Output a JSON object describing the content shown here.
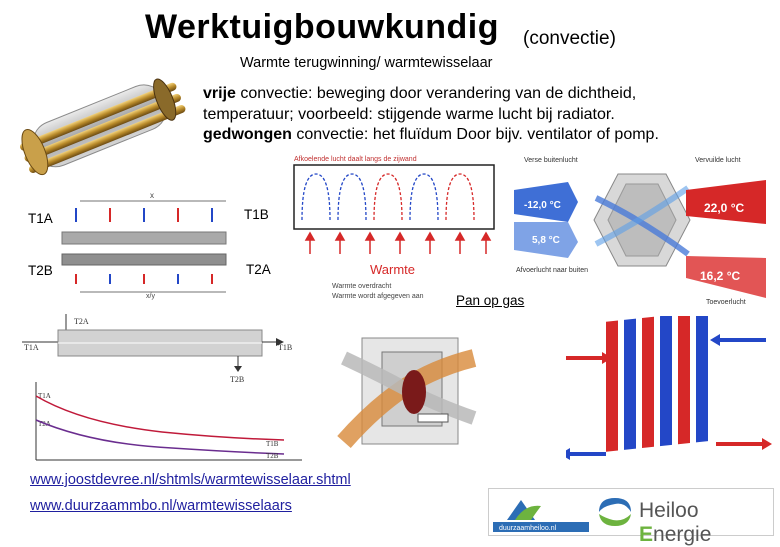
{
  "header": {
    "title": "Werktuigbouwkundig",
    "title_suffix": "(convectie)",
    "subtitle": "Warmte terugwinning/ warmtewisselaar"
  },
  "description": {
    "line1_bold": "vrije",
    "line1_rest": " convectie: beweging door verandering van de dichtheid,",
    "line2": "temperatuur; voorbeeld: stijgende warme lucht bij radiator.",
    "line3_bold": "gedwongen",
    "line3_rest": " convectie: het fluïdum  Door bijv. ventilator of pomp."
  },
  "parallel_diagram": {
    "labels": {
      "t1a": "T1A",
      "t1b": "T1B",
      "t2b": "T2B",
      "t2a": "T2A"
    },
    "axis_x": "x",
    "axis_xy": "x/y"
  },
  "convection_box": {
    "caption": "Warmte",
    "top_text": "Afkoelende lucht daalt langs de zijwand",
    "bottom_text_1": "Warmte overdracht",
    "bottom_text_2": "Warmte wordt afgegeven aan"
  },
  "pan_label": "Pan op gas",
  "hexagon_exchanger": {
    "labels_left": [
      "Verse buitenlucht",
      "Afvoerlucht naar buiten"
    ],
    "labels_right": [
      "Vervuilde lucht",
      "Toevoerlucht"
    ],
    "temps": [
      "-12,0 °C",
      "5,8 °C",
      "22,0 °C",
      "16,2 °C"
    ]
  },
  "counterflow_diagram": {
    "t1a": "T1A",
    "t1b": "T1B",
    "t2a": "T2A",
    "t2b": "T2B"
  },
  "links": {
    "link1": "www.joostdevree.nl/shtmls/warmtewisselaar.shtml",
    "link2": "www.duurzaammbo.nl/warmtewisselaars"
  },
  "logos": {
    "left_caption": "duurzaamheiloo.nl",
    "brand_a": "Heiloo",
    "brand_b_e": "E",
    "brand_b_rest": "nergie"
  },
  "colors": {
    "hot": "#d62828",
    "cold": "#2347c7",
    "accent_purple": "#6a2d8f"
  }
}
